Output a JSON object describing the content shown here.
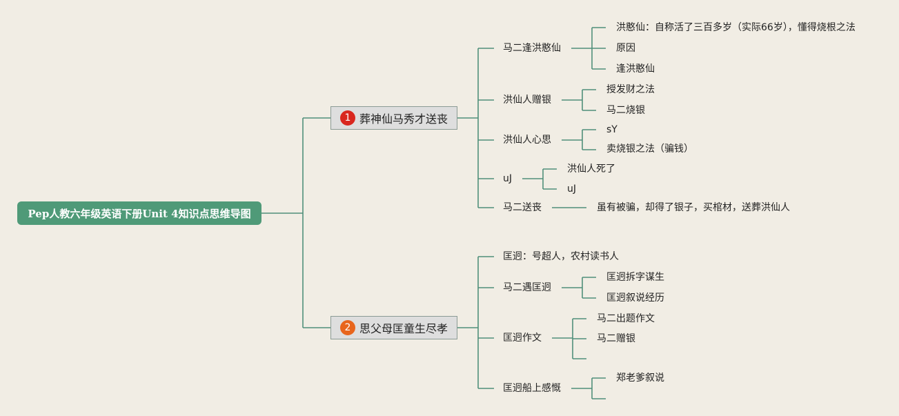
{
  "root": {
    "title": "Pep人教六年级英语下册Unit 4知识点思维导图"
  },
  "branches": [
    {
      "num": "1",
      "label": "葬神仙马秀才送丧",
      "color": "#d9271f"
    },
    {
      "num": "2",
      "label": "思父母匡童生尽孝",
      "color": "#e8651c"
    }
  ],
  "b1": {
    "n1": {
      "label": "马二逢洪憨仙",
      "c": [
        "洪憨仙：自称活了三百多岁（实际66岁），懂得烧根之法",
        "原因",
        "逢洪憨仙"
      ]
    },
    "n2": {
      "label": "洪仙人赠银",
      "c": [
        "授发财之法",
        "马二烧银"
      ]
    },
    "n3": {
      "label": "洪仙人心思",
      "c": [
        "sY",
        "卖烧银之法（骗钱）"
      ]
    },
    "n4": {
      "label": "uJ",
      "c": [
        "洪仙人死了",
        "uJ"
      ]
    },
    "n5": {
      "label": "马二送丧",
      "c": [
        "虽有被骗，却得了银子，买棺材，送葬洪仙人"
      ]
    }
  },
  "b2": {
    "n1": {
      "label": "匡迥：号超人，农村读书人"
    },
    "n2": {
      "label": "马二遇匡迥",
      "c": [
        "匡迥拆字谋生",
        "匡迥叙说经历"
      ]
    },
    "n3": {
      "label": "匡迥作文",
      "c": [
        "马二出题作文",
        "马二赠银"
      ]
    },
    "n4": {
      "label": "匡迥船上感慨",
      "c": [
        "郑老爹叙说"
      ]
    }
  }
}
